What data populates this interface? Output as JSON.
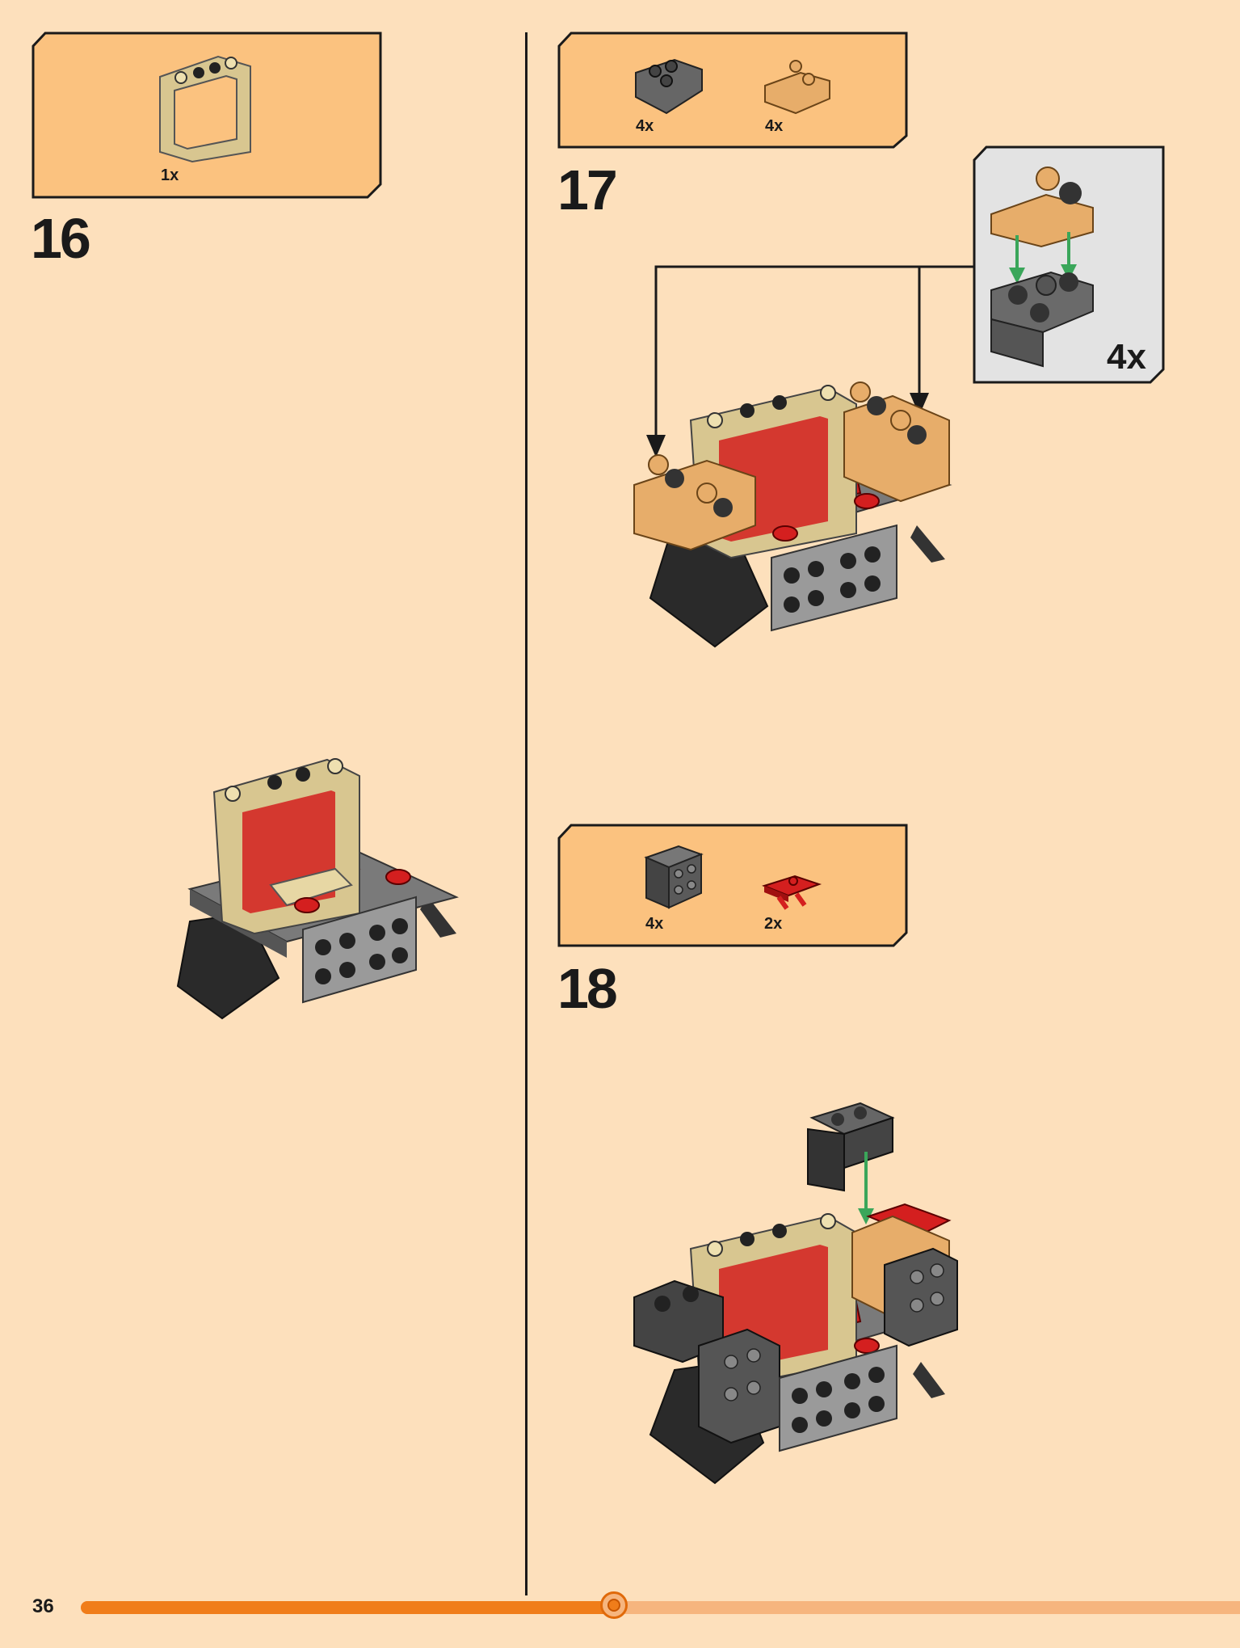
{
  "page": {
    "number": "36",
    "progress": 0.46
  },
  "steps": [
    {
      "number": "16",
      "parts": [
        {
          "name": "window-frame-tan",
          "qty": "1x"
        }
      ]
    },
    {
      "number": "17",
      "parts": [
        {
          "name": "slope-dark-gray",
          "qty": "4x"
        },
        {
          "name": "curved-slope-tan",
          "qty": "4x"
        }
      ],
      "callout": {
        "qty": "4x"
      }
    },
    {
      "number": "18",
      "parts": [
        {
          "name": "bracket-dark-gray",
          "qty": "4x"
        },
        {
          "name": "plate-clip-red",
          "qty": "2x"
        }
      ]
    }
  ],
  "colors": {
    "background": "#fde0bc",
    "parts_box": "#fbc27f",
    "callout_box": "#e3e3e3",
    "progress_filled": "#f07d1a",
    "progress_track": "#f6b57e",
    "arrow_green": "#3aa65a"
  }
}
